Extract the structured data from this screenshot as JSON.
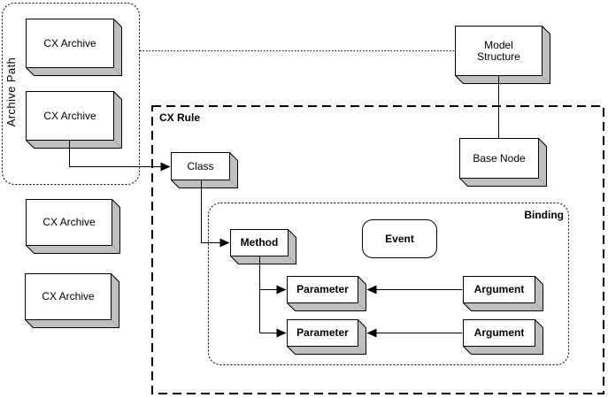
{
  "diagram": {
    "background": "#FFFFFF",
    "colors": {
      "box_face": "#FFFFFF",
      "box_depth": "#C0C0C0",
      "line": "#000000"
    }
  },
  "groups": {
    "archive_path": {
      "label": "Archive Path",
      "border": "dotted-rounded"
    },
    "cx_rule": {
      "label": "CX Rule",
      "border": "dashed"
    },
    "binding": {
      "label": "Binding",
      "border": "dotted-rounded"
    }
  },
  "nodes": {
    "cx_archive_1": {
      "label": "CX Archive",
      "shape": "box3d"
    },
    "cx_archive_2": {
      "label": "CX Archive",
      "shape": "box3d"
    },
    "cx_archive_3": {
      "label": "CX Archive",
      "shape": "box3d"
    },
    "cx_archive_4": {
      "label": "CX Archive",
      "shape": "box3d"
    },
    "model_structure": {
      "label": "Model\nStructure",
      "shape": "box3d"
    },
    "base_node": {
      "label": "Base Node",
      "shape": "box3d"
    },
    "class": {
      "label": "Class",
      "shape": "box3d"
    },
    "method": {
      "label": "Method",
      "shape": "box3d"
    },
    "event": {
      "label": "Event",
      "shape": "rounded-rect"
    },
    "parameter_1": {
      "label": "Parameter",
      "shape": "box3d"
    },
    "parameter_2": {
      "label": "Parameter",
      "shape": "box3d"
    },
    "argument_1": {
      "label": "Argument",
      "shape": "box3d"
    },
    "argument_2": {
      "label": "Argument",
      "shape": "box3d"
    }
  },
  "edges": [
    {
      "from": "archive_path",
      "to": "model_structure",
      "line": "dotted",
      "arrowhead": false
    },
    {
      "from": "model_structure",
      "to": "base_node",
      "line": "solid",
      "arrowhead": false
    },
    {
      "from": "cx_archive_2",
      "to": "class",
      "line": "solid",
      "arrowhead": true
    },
    {
      "from": "class",
      "to": "method",
      "line": "solid",
      "arrowhead": true
    },
    {
      "from": "method",
      "to": "parameter_1",
      "line": "solid",
      "arrowhead": true
    },
    {
      "from": "method",
      "to": "parameter_2",
      "line": "solid",
      "arrowhead": true
    },
    {
      "from": "argument_1",
      "to": "parameter_1",
      "line": "solid",
      "arrowhead": true
    },
    {
      "from": "argument_2",
      "to": "parameter_2",
      "line": "solid",
      "arrowhead": true
    }
  ]
}
